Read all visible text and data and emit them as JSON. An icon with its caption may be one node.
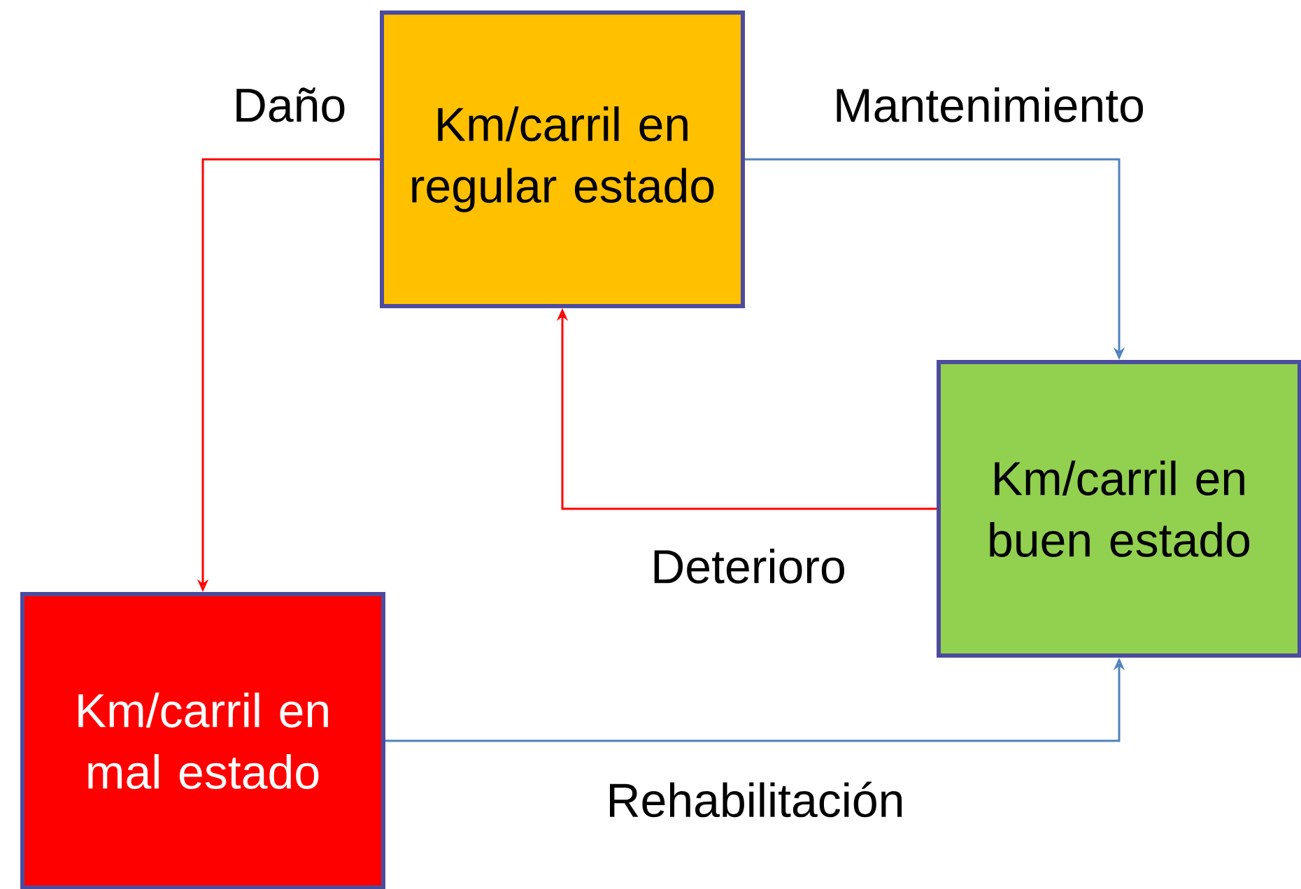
{
  "diagram": {
    "nodes": [
      {
        "text": [
          "Km/carril en regular estado"
        ]
      },
      {
        "text": [
          "Km/carril en buen estado"
        ]
      },
      {
        "text": [
          "Km/carril en mal estado"
        ]
      }
    ],
    "edges": [
      {
        "from": 0,
        "to": 2,
        "arrow": "to",
        "label": "Daño",
        "color": "#ff0000"
      },
      {
        "from": 0,
        "to": 1,
        "arrow": "to",
        "label": "Mantenimiento",
        "color": "#4f81bd"
      },
      {
        "from": 1,
        "to": 0,
        "arrow": "to",
        "label": "Deterioro",
        "color": "#ff0000"
      },
      {
        "from": 2,
        "to": 1,
        "arrow": "to",
        "label": "Rehabilitación",
        "color": "#4f81bd"
      }
    ]
  }
}
